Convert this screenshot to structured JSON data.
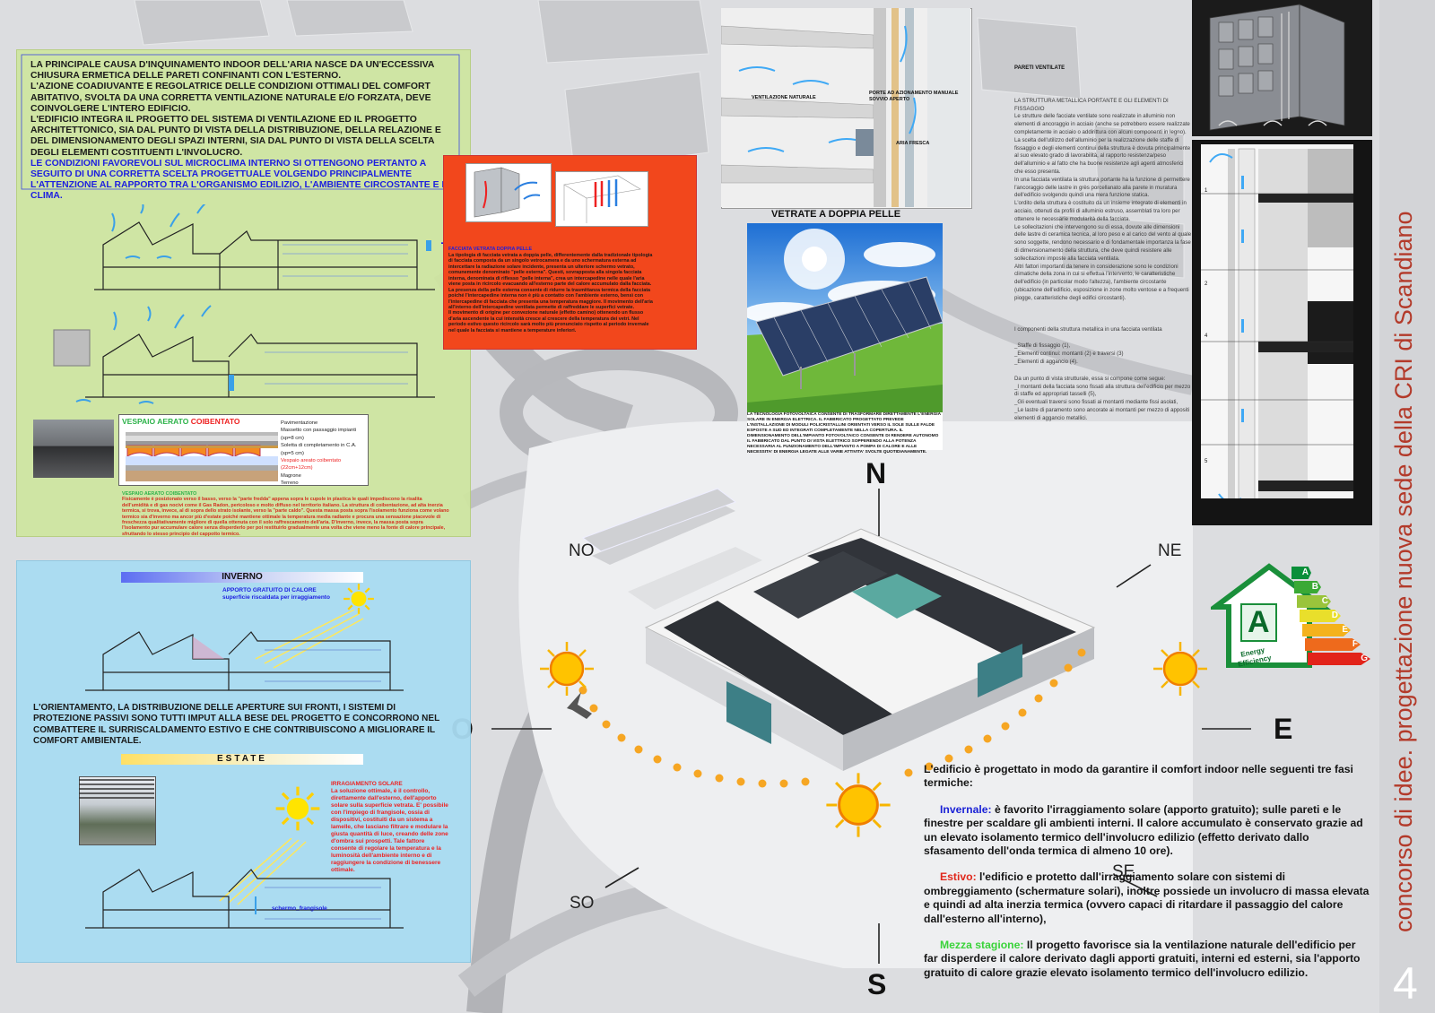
{
  "sidebar_title": "concorso di idee. progettazione nuova sede della CRI di Scandiano",
  "page_number": "4",
  "intro": {
    "p1": "LA PRINCIPALE CAUSA D'INQUINAMENTO INDOOR DELL'ARIA NASCE DA UN'ECCESSIVA CHIUSURA ERMETICA DELLE PARETI CONFINANTI CON L'ESTERNO.",
    "p2": "L'AZIONE COADIUVANTE E REGOLATRICE DELLE CONDIZIONI OTTIMALI DEL COMFORT ABITATIVO, SVOLTA DA UNA CORRETTA VENTILAZIONE NATURALE E/O FORZATA, DEVE COINVOLGERE L'INTERO EDIFICIO.",
    "p3": "L'EDIFICIO INTEGRA IL PROGETTO DEL SISTEMA DI VENTILAZIONE ED IL PROGETTO ARCHITETTONICO, SIA DAL PUNTO DI VISTA DELLA DISTRIBUZIONE, DELLA RELAZIONE E DEL DIMENSIONAMENTO DEGLI SPAZI INTERNI, SIA DAL PUNTO DI VISTA DELLA SCELTA DEGLI ELEMENTI COSTITUENTI L'INVOLUCRO.",
    "p4": "LE CONDIZIONI FAVOREVOLI SUL MICROCLIMA INTERNO SI OTTENGONO PERTANTO A SEGUITO DI UNA CORRETTA SCELTA PROGETTUALE VOLGENDO PRINCIPALMENTE L'ATTENZIONE AL RAPPORTO TRA L'ORGANISMO EDILIZIO, L'AMBIENTE CIRCOSTANTE E IL CLIMA."
  },
  "vespaio": {
    "title_a": "VESPAIO AERATO",
    "title_b": "COIBENTATO",
    "layers": [
      "Pavimentazione",
      "Massetto con passaggio impianti (sp=8 cm)",
      "Soletta di completamento in C.A. (sp=5 cm)",
      "Vespaio areato coibentato (22cm+12cm)",
      "Magrone",
      "Terreno"
    ],
    "caption_title": "VESPAIO AERATO COIBENTATO",
    "caption": "Fisicamente è posizionato verso il basso, verso la \"parte fredda\" appena sopra le cupole in plastica le quali impediscono la risalita dell'umidità e di gas nocivi come il Gas Radon, pericoloso e molto diffuso nel territorio italiano. La struttura di coibentazione, ad alta inerzia termica, si trova, invece, al di sopra dello strato isolante, verso la \"parte caldo\". Questa massa posta sopra l'isolamento funziona come volano termico sia d'inverno ma ancor più d'estate poiché mantiene ottimale la temperatura media radiante e procura una sensazione piacevole di freschezza qualitativamente migliore di quella ottenuta con il solo raffrescamento dell'aria. D'inverno, invece, la massa posta sopra l'isolamento pur accumulare calore senza disperderlo per poi restituirlo gradualmente una volta che viene meno la fonte di calore principale, sfruttando lo stesso principio del cappotto termico."
  },
  "inverno": {
    "title": "INVERNO",
    "label1": "APPORTO GRATUITO DI CALORE",
    "label2": "superficie riscaldata per irraggiamento",
    "paragraph": "L'ORIENTAMENTO, LA DISTRIBUZIONE DELLE APERTURE SUI FRONTI, I SISTEMI DI PROTEZIONE PASSIVI SONO TUTTI IMPUT ALLA BESE DEL PROGETTO E CONCORRONO NEL COMBATTERE IL SURRISCALDAMENTO ESTIVO E CHE CONTRIBUISCONO A MIGLIORARE IL COMFORT AMBIENTALE."
  },
  "estate": {
    "title": "ESTATE",
    "irr_title": "IRRAGIAMENTO SOLARE",
    "irr_text": "La soluzione ottimale, è il controllo, direttamente dall'esterno, dell'apporto solare sulla superficie vetrata. E' possibile con l'impiego di frangisole, ossia di dispositivi, costituiti da un sistema a lamelle, che lasciano filtrare e modulare la giusta quantità di luce, creando delle zone d'ombra sui prospetti. Tale fattore consente di regolare la temperatura e la luminosità dell'ambiente interno e di raggiungere la condizione di benessere ottimale.",
    "schermo": "schermo_frangisole"
  },
  "red_panel": {
    "title": "FACCIATA VETRATA DOPPIA PELLE",
    "text1": "La tipologia di facciata vetrata a doppia pelle, differentemente dalla tradizionale tipologia di facciata composta da un singolo vetrocamera e da uno schermatura esterna ad intercettare la radiazione solare incidente, presenta un ulteriore schermo vetrato, comunemente denominato \"pelle esterna\". Questi, sovrapposta alla singola facciata interna, denominata di riflesso \"pelle interna\", crea un intercapedine nelle quale l'aria viene posta in ricircolo evacuando all'esterno parte del calore accumulato dalla facciata. La presenza della pelle esterna consente di ridurre la trasmittanza termica della facciata poiché l'intercapedine interna non è più a contatto con l'ambiente esterno, bensì con l'intercapedine di facciata che presenta una temperatura maggiore. Il movimento dell'aria all'interno dell'intercapedine ventilata permette di raffreddare le superfici vetrate.",
    "text2": "Il movimento di origine per convezione naturale (effetto camino) ottenendo un flusso d'aria ascendente la cui intensità cresce al crescere della temperatura dei vetri. Nel periodo estivo questo ricircolo sarà molto più pronunciato rispetto al periodo invernale nel quale la facciata si mantiene a temperature inferiori."
  },
  "photo_labels": {
    "vent": "VENTILAZIONE NATURALE",
    "porte": "PORTE AD AZIONAMENTO MANUALE",
    "porte2": "SOVVIO APERTO",
    "aria": "ARIA FRESCA"
  },
  "vetrate": {
    "title": "VETRATE A DOPPIA PELLE",
    "text": "LA TECNOLOGIA FOTOVOLTAICA CONSENTE DI TRASFORMARE DIRETTAMENTE L'ENERGIA SOLARE IN ENERGIA ELETTRICA. IL FABBRICATO PROGETTATO PREVEDE L'INSTALLAZIONE DI MODULI POLICRISTALLINI ORIENTATI VERSO IL SOLE SULLE FALDE ESPOSTE A SUD ED INTEGRATI COMPLETAMENTE NELLA COPERTURA. IL DIMENSIONAMENTO DELL'IMPIANTO FOTOVOLTAICO CONSENTE DI RENDERE AUTONOMO IL FABBRICATO DAL PUNTO DI VISTA ELETTRICO SOPPERENDO ALLA POTENZA NECESSARIA AL FUNZIONAMENTO DELL'IMPIANTO A POMPA DI CALORE E ALLE NECESSITA' DI ENERGIA LEGATE ALLE VARIE ATTIVITA' SVOLTE QUOTIDIANAMENTE."
  },
  "pareti": {
    "title": "PARETI VENTILATE",
    "subtitle": "LA STRUTTURA METALLICA PORTANTE E GLI ELEMENTI DI FISSAGGIO",
    "p1": "Le strutture delle facciate ventilate sono realizzate in alluminio non elementi di ancoraggio in acciaio (anche se potrebbero essere realizzate completamente in acciaio o addirittura con alcuni componenti in legno). La scelta dell'utilizzo dell'alluminio per la realizzazione delle staffe di fissaggio e degli elementi continui della struttura è dovuta principalmente al suo elevato grado di lavorabilità, al rapporto resistenza/peso dell'alluminio e al fatto che ha buone resistenze agli agenti atmosferici che esso presenta.",
    "p2": "In una facciata ventilata la struttura portante ha la funzione di permettere l'ancoraggio delle lastre in grès porcellanato alla parete in muratura dell'edificio svolgendo quindi una mera funzione statica.",
    "p3": "L'ordito della struttura è costituito da un insieme integrato di elementi in acciaio, ottenuti da profili di alluminio estruso, assemblati tra loro per ottenere le necessarie modularità della facciata.",
    "p4": "Le sollecitazioni che intervengono su di essa, dovute alle dimensioni delle lastre di ceramica tecnica, al loro peso e al carico del vento al quale sono soggette, rendono necessario e di fondamentale importanza la fase di dimensionamento della struttura, che deve quindi resistere alle sollecitazioni imposte alla facciata ventilata.",
    "p5": "Altri fattori importanti da tenere in considerazione sono le condizioni climatiche della zona in cui si effettua l'intervento, le caratteristiche dell'edificio (in particolar modo l'altezza), l'ambiente circostante (ubicazione dell'edificio, esposizione in zone molto ventose e a frequenti piogge, caratteristiche degli edifici circostanti).",
    "p6": "I componenti della struttura metallica in una facciata ventilata",
    "list": [
      "_Staffe di fissaggio (1),",
      "_Elementi continui: montanti (2) e traversi (3)",
      "_Elementi di aggancio (4)."
    ],
    "p7": "Da un punto di vista strutturale, essa si compone come segue:",
    "list2": [
      "_I montanti della facciata sono fissati alla struttura dell'edificio per mezzo di staffe ed appropriati tasselli (5),",
      "_Gli eventuali traversi sono fissati ai montanti mediante fissi asolati,",
      "_Le lastre di paramento sono ancorate ai montanti per mezzo di appositi elementi di aggancio metallici."
    ]
  },
  "detail_numbers": [
    "1",
    "2",
    "4",
    "5"
  ],
  "compass": {
    "N": "N",
    "NE": "NE",
    "NO": "NO",
    "E": "E",
    "O": "O",
    "SO": "SO",
    "SE": "SE",
    "S": "S"
  },
  "energy": {
    "label": "A",
    "caption1": "Energy",
    "caption2": "Efficiency",
    "classes": [
      "A",
      "B",
      "C",
      "D",
      "E",
      "F",
      "G"
    ],
    "colors": [
      "#0a8f3a",
      "#3aa935",
      "#9ac43b",
      "#e9df2b",
      "#f4b21c",
      "#ee6a1c",
      "#e2231a"
    ]
  },
  "bottom": {
    "intro": "L'edificio è progettato in modo da garantire il comfort indoor nelle seguenti tre fasi termiche:",
    "inv_label": "Invernale:",
    "inv_text": " è favorito l'irraggiamento solare (apporto gratuito);  sulle pareti e le finestre per scaldare gli ambienti interni. Il calore accumulato è conservato grazie ad un elevato isolamento termico dell'involucro edilizio (effetto derivato dallo sfasamento dell'onda termica di almeno 10 ore).",
    "est_label": "Estivo:",
    "est_text": " l'edificio e protetto dall'irraggiamento solare con sistemi di ombreggiamento (schermature solari), inoltre possiede un involucro di massa elevata e quindi ad alta inerzia termica (ovvero capaci di ritardare il passaggio del calore dall'esterno all'interno),",
    "mezza_label": "Mezza stagione:",
    "mezza_text": " Il progetto favorisce sia la ventilazione naturale dell'edificio per far disperdere il calore derivato dagli apporti gratuiti, interni ed esterni, sia l'apporto gratuito di calore grazie  elevato isolamento termico dell'involucro edilizio."
  }
}
